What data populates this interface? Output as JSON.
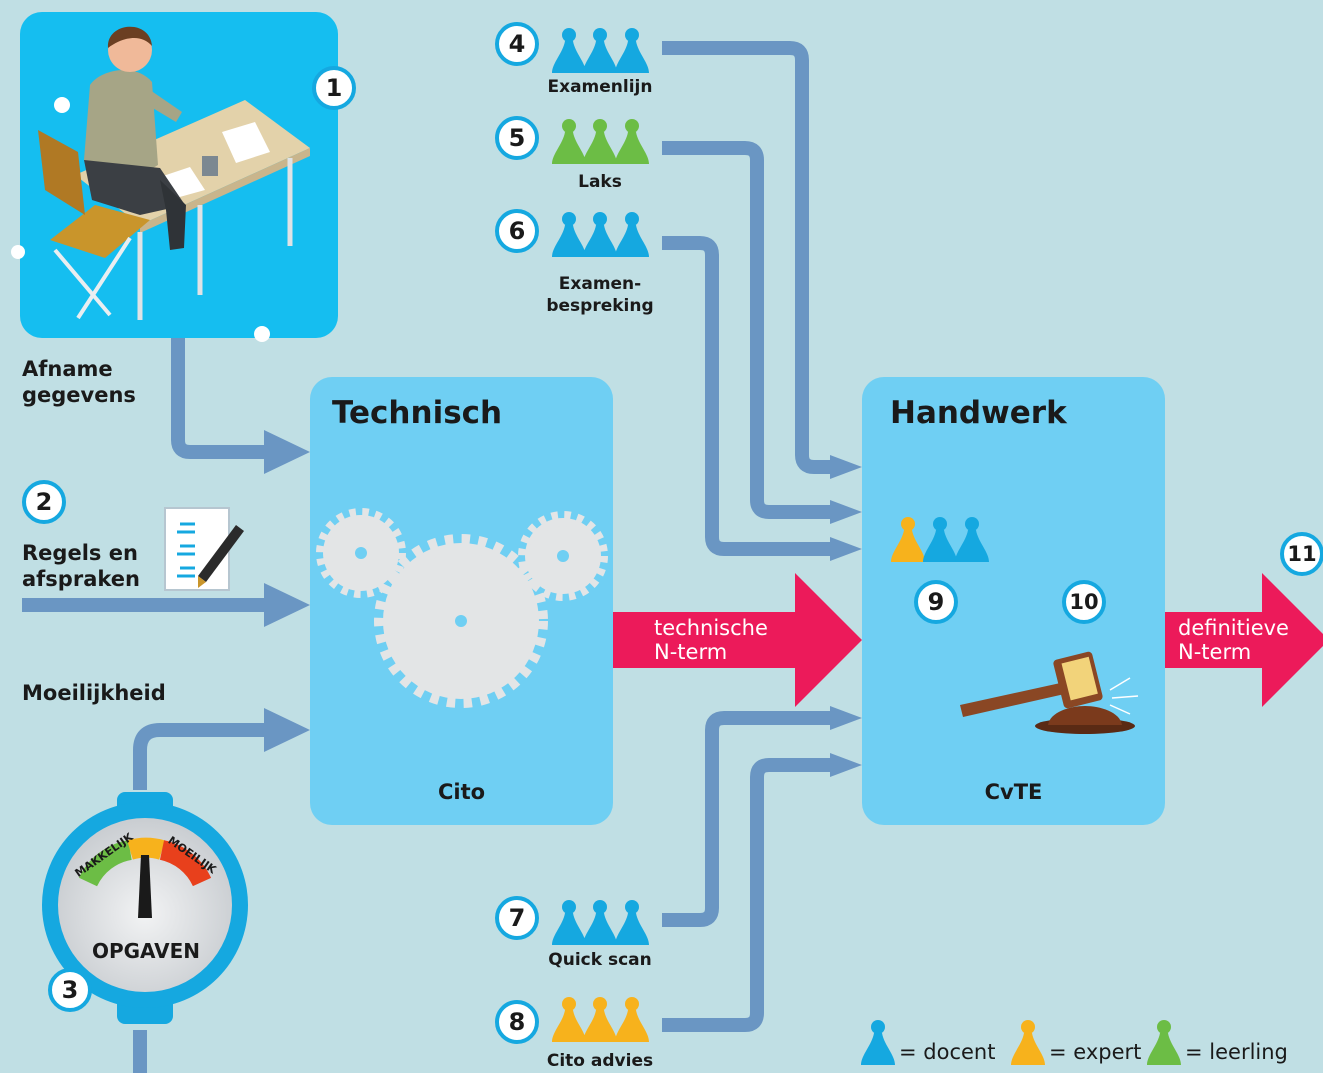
{
  "colors": {
    "background": "#c0dfe4",
    "panel": "#6fcff3",
    "docent": "#15a8e0",
    "expert": "#f7b21c",
    "leerling": "#6cbd45",
    "connector": "#6a96c3",
    "result_arrow": "#ec1a5a"
  },
  "left": {
    "afname": "Afname\ngegevens",
    "regels": "Regels en\nafspraken",
    "moeilijkheid": "Moeilijkheid",
    "gauge_easy": "MAKKELIJK",
    "gauge_hard": "MOEILIJK",
    "gauge_label": "OPGAVEN"
  },
  "groups": {
    "examenlijn": "Examenlijn",
    "laks": "Laks",
    "examenbespreking": "Examen-\nbespreking",
    "quickscan": "Quick scan",
    "citoadvies": "Cito advies"
  },
  "technisch": {
    "title": "Technisch",
    "footer": "Cito"
  },
  "handwerk": {
    "title": "Handwerk",
    "footer": "CvTE"
  },
  "arrows": {
    "technisch_out": "technische\nN-term",
    "handwerk_out": "definitieve\nN-term"
  },
  "numbers": {
    "n1": "1",
    "n2": "2",
    "n3": "3",
    "n4": "4",
    "n5": "5",
    "n6": "6",
    "n7": "7",
    "n8": "8",
    "n9": "9",
    "n10": "10",
    "n11": "11"
  },
  "legend": {
    "docent": "= docent",
    "expert": "= expert",
    "leerling": "= leerling"
  },
  "icons": [
    "person-at-desk-icon",
    "checklist-pen-icon",
    "gears-icon",
    "gauge-icon",
    "gavel-icon",
    "pawn-icon"
  ]
}
